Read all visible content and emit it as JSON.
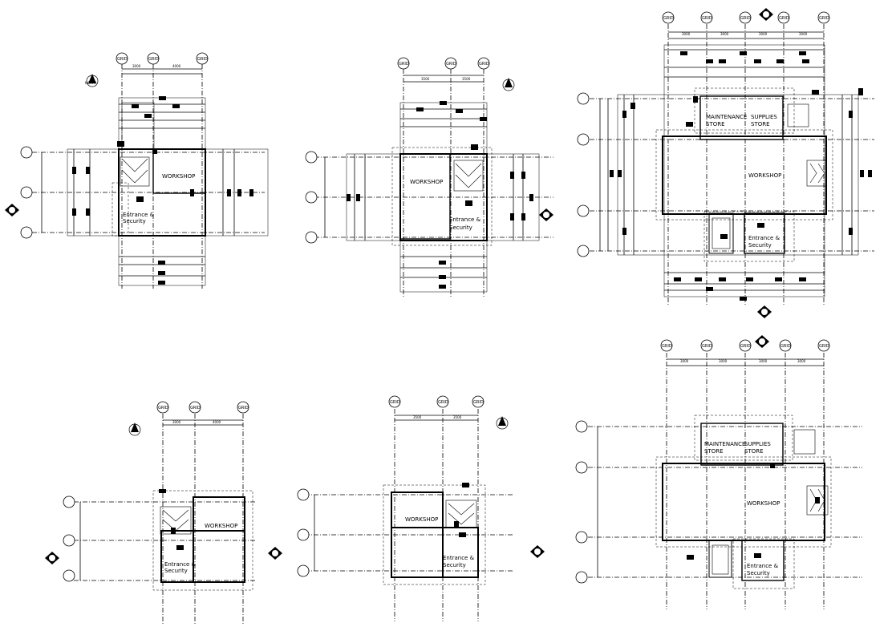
{
  "labels": {
    "grid": "GRID",
    "workshop": "WORKSHOP",
    "entrance_line1": "Entrance &",
    "entrance_line2": "Security",
    "maintenance_line1": "MAINTENANCE",
    "maintenance_line2": "STORE",
    "supplies_line1": "SUPPLIES",
    "supplies_line2": "STORE",
    "north": "NORTH"
  },
  "dims": {
    "d3000": "3000",
    "d3500": "3500",
    "d4000": "4000"
  },
  "colors": {
    "line": "#000000",
    "background": "#ffffff"
  }
}
